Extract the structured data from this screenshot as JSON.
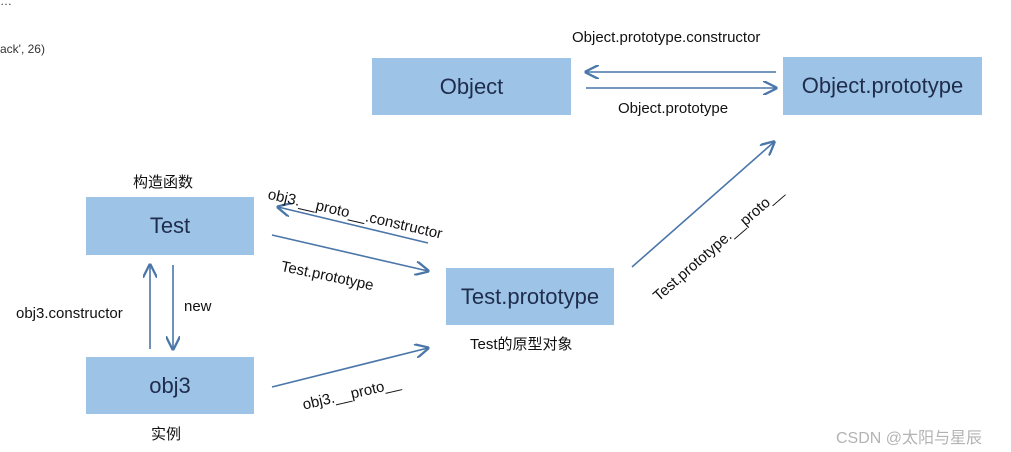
{
  "fragments": {
    "top": "…",
    "left": "ack', 26)"
  },
  "nodes": {
    "object": "Object",
    "object_prototype": "Object.prototype",
    "test": "Test",
    "test_prototype": "Test.prototype",
    "obj3": "obj3"
  },
  "captions": {
    "constructor_fn": "构造函数",
    "prototype_obj": "Test的原型对象",
    "instance": "实例"
  },
  "edges": {
    "object_prototype_constructor": "Object.prototype.constructor",
    "object_prototype": "Object.prototype",
    "obj3_proto_constructor": "obj3.__proto__.constructor",
    "test_prototype": "Test.prototype",
    "test_prototype_proto": "Test.prototype.__proto__",
    "obj3_constructor": "obj3.constructor",
    "new": "new",
    "obj3_proto": "obj3.__proto__"
  },
  "watermark": "CSDN @太阳与星辰",
  "colors": {
    "box_fill": "#9dc3e6",
    "arrow": "#4a76a8"
  }
}
